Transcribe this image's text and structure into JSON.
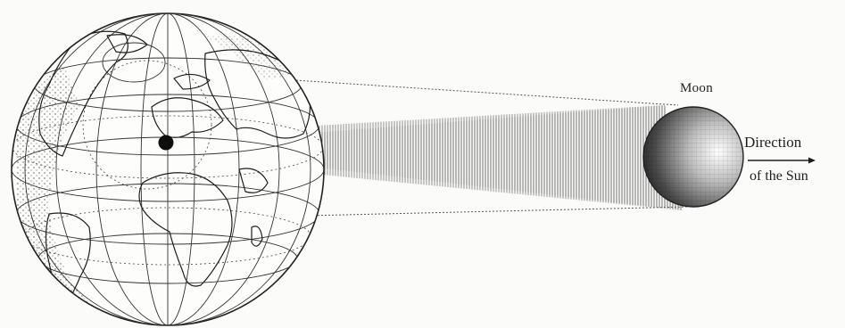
{
  "labels": {
    "moon": "Moon",
    "direction_line1": "Direction",
    "direction_line2": "of the Sun"
  },
  "colors": {
    "ink": "#1f1f1f",
    "paper": "#fbfbf9",
    "shadow_hatch": "#8a8a8a"
  },
  "icons": {
    "earth": "globe-with-continents",
    "moon": "shaded-sphere",
    "arrow": "right-arrow"
  }
}
